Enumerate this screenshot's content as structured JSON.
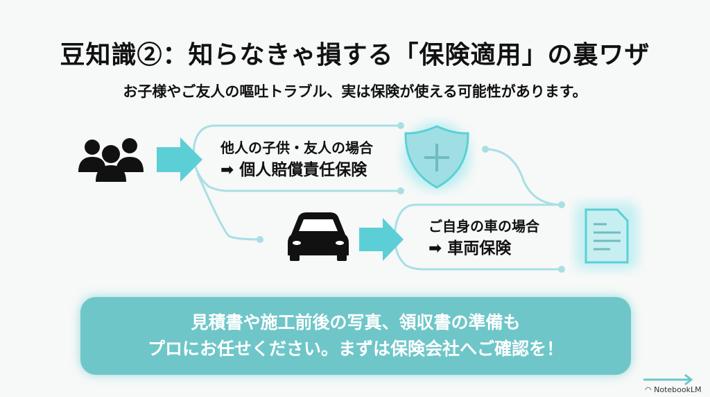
{
  "title": "豆知識②：知らなきゃ損する「保険適用」の裏ワザ",
  "subtitle": "お子様やご友人の嘔吐トラブル、実は保険が使える可能性があります。",
  "cases": [
    {
      "line1": "他人の子供・友人の場合",
      "line2": "➡ 個人賠償責任保険"
    },
    {
      "line1": "ご自身の車の場合",
      "line2": "➡ 車両保険"
    }
  ],
  "callout": {
    "line1": "見積書や施工前後の写真、領収書の準備も",
    "line2": "プロにお任せください。まずは保険会社へご確認を！"
  },
  "brand": "NotebookLM",
  "colors": {
    "accent": "#5ccfd6",
    "line": "#a8dfe3",
    "callout": "#6fc6c8"
  }
}
